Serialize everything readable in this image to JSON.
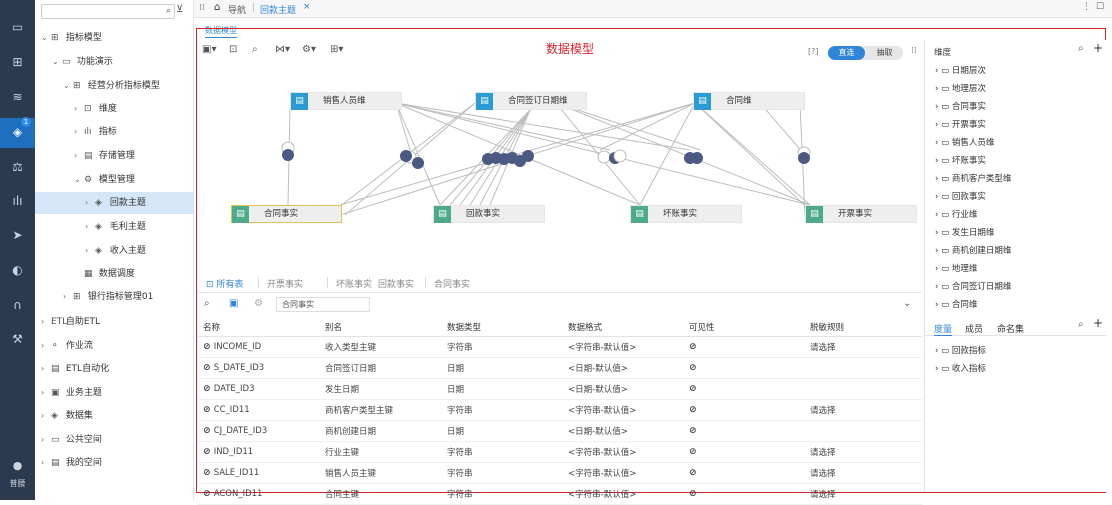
{
  "rail": {
    "icons": [
      "monitor-icon",
      "apps-icon",
      "database-icon",
      "cube-icon",
      "scale-icon",
      "bar-chart-icon",
      "send-icon",
      "palette-icon",
      "headset-icon",
      "tools-icon"
    ],
    "badge": "1",
    "user_label": "普腰"
  },
  "tree": {
    "items": [
      {
        "label": "指标模型",
        "level": 0,
        "arrow": "⌄",
        "icon": "⊞"
      },
      {
        "label": "功能演示",
        "level": 1,
        "arrow": "⌄",
        "icon": "▭"
      },
      {
        "label": "经营分析指标模型",
        "level": 2,
        "arrow": "⌄",
        "icon": "⊞"
      },
      {
        "label": "维度",
        "level": 3,
        "arrow": "›",
        "icon": "⊡"
      },
      {
        "label": "指标",
        "level": 3,
        "arrow": "›",
        "icon": "ılı"
      },
      {
        "label": "存储管理",
        "level": 3,
        "arrow": "›",
        "icon": "▤"
      },
      {
        "label": "模型管理",
        "level": 3,
        "arrow": "⌄",
        "icon": "⚙"
      },
      {
        "label": "回款主题",
        "level": 4,
        "arrow": "›",
        "icon": "◈"
      },
      {
        "label": "毛利主题",
        "level": 4,
        "arrow": "›",
        "icon": "◈"
      },
      {
        "label": "收入主题",
        "level": 4,
        "arrow": "›",
        "icon": "◈"
      },
      {
        "label": "数据调度",
        "level": 3,
        "arrow": "",
        "icon": "▦"
      },
      {
        "label": "银行指标管理01",
        "level": 2,
        "arrow": "›",
        "icon": "⊞"
      },
      {
        "label": "自助ETL",
        "level": 0,
        "arrow": "›",
        "icon": "ETL"
      },
      {
        "label": "作业流",
        "level": 0,
        "arrow": "›",
        "icon": "⚬"
      },
      {
        "label": "ETL自动化",
        "level": 0,
        "arrow": "›",
        "icon": "▤"
      },
      {
        "label": "业务主题",
        "level": 0,
        "arrow": "›",
        "icon": "▣"
      },
      {
        "label": "数据集",
        "level": 0,
        "arrow": "›",
        "icon": "◈"
      },
      {
        "label": "公共空间",
        "level": 0,
        "arrow": "›",
        "icon": "▭"
      },
      {
        "label": "我的空间",
        "level": 0,
        "arrow": "›",
        "icon": "▤"
      }
    ]
  },
  "topbar": {
    "nav_label": "导航",
    "tab_label": "回款主题",
    "close": "×"
  },
  "model": {
    "tab_label": "数据模型",
    "title": "数据模型",
    "help": "[?]",
    "mode_direct": "直连",
    "mode_extract": "抽取",
    "dimensions": [
      "销售人员维",
      "合同签订日期维",
      "合同维"
    ],
    "facts": [
      "合同事实",
      "回款事实",
      "坏账事实",
      "开票事实"
    ]
  },
  "rpanel": {
    "dim_title": "维度",
    "dims": [
      "日期层次",
      "地理层次",
      "合同事实",
      "开票事实",
      "销售人员维",
      "坏账事实",
      "商机客户类型维",
      "回款事实",
      "行业维",
      "发生日期维",
      "商机创建日期维",
      "地理维",
      "合同签订日期维",
      "合同维"
    ],
    "tabs": [
      "度量",
      "成员",
      "命名集"
    ],
    "measures": [
      "回款指标",
      "收入指标"
    ]
  },
  "bottom": {
    "tabs": [
      "所有表",
      "开票事实",
      "坏账事实",
      "回款事实",
      "合同事实"
    ],
    "search_value": "合同事实",
    "columns": [
      "名称",
      "别名",
      "数据类型",
      "数据格式",
      "可见性",
      "脱敏规则"
    ],
    "rows": [
      {
        "name": "INCOME_ID",
        "alias": "收入类型主键",
        "type": "字符串",
        "format": "<字符串-默认值>",
        "rule": "请选择"
      },
      {
        "name": "S_DATE_ID3",
        "alias": "合同签订日期",
        "type": "日期",
        "format": "<日期-默认值>",
        "rule": ""
      },
      {
        "name": "DATE_ID3",
        "alias": "发生日期",
        "type": "日期",
        "format": "<日期-默认值>",
        "rule": ""
      },
      {
        "name": "CC_ID11",
        "alias": "商机客户类型主键",
        "type": "字符串",
        "format": "<字符串-默认值>",
        "rule": "请选择"
      },
      {
        "name": "CJ_DATE_ID3",
        "alias": "商机创建日期",
        "type": "日期",
        "format": "<日期-默认值>",
        "rule": ""
      },
      {
        "name": "IND_ID11",
        "alias": "行业主键",
        "type": "字符串",
        "format": "<字符串-默认值>",
        "rule": "请选择"
      },
      {
        "name": "SALE_ID11",
        "alias": "销售人员主键",
        "type": "字符串",
        "format": "<字符串-默认值>",
        "rule": "请选择"
      },
      {
        "name": "ACON_ID11",
        "alias": "合同主键",
        "type": "字符串",
        "format": "<字符串-默认值>",
        "rule": "请选择"
      }
    ]
  },
  "colors": {
    "accent": "#2f86d8",
    "dim_square": "#2b9bd3",
    "fact_square": "#4daa8a",
    "frame": "#d9252a",
    "rail": "#2b3a4f"
  }
}
